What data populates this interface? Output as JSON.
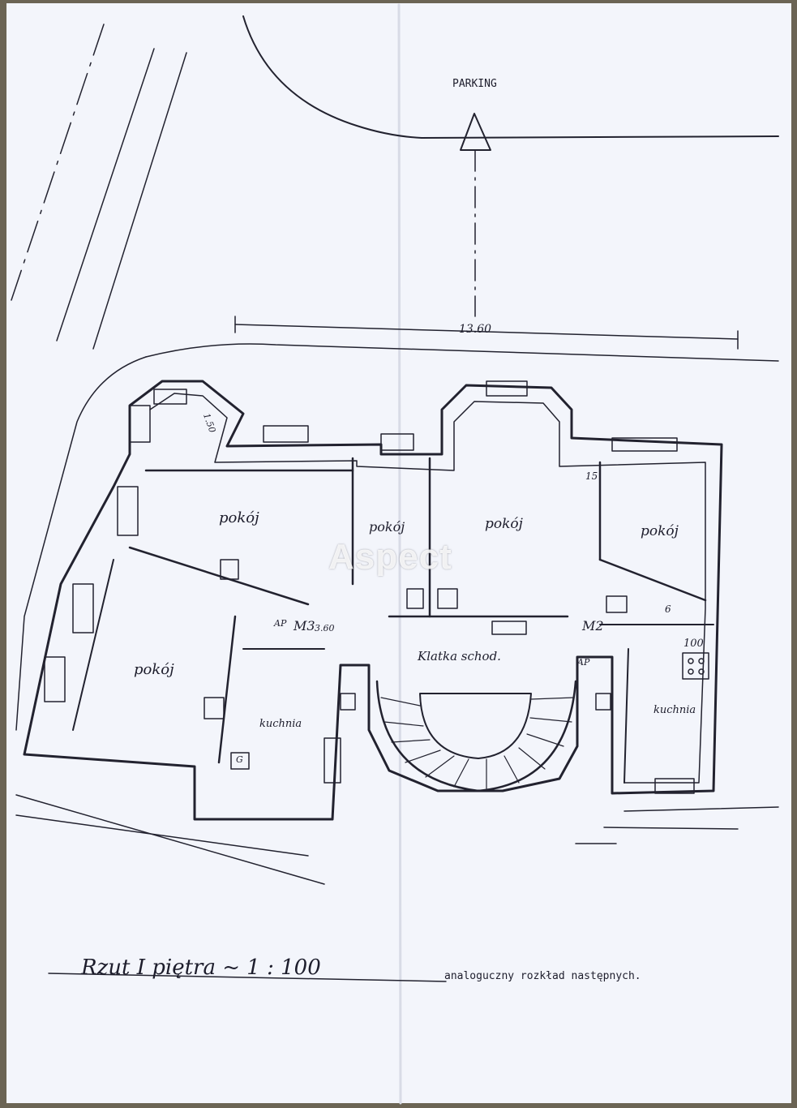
{
  "drawing": {
    "north_label": "PARKING",
    "dimension_top": "13.60",
    "dim_15": "15",
    "dim_15b": "1.50",
    "dim_6": "6",
    "dim_100": "100",
    "dim_360": "3.60"
  },
  "rooms": {
    "pokoj_1": "pokój",
    "pokoj_2": "pokój",
    "pokoj_3": "pokój",
    "pokoj_4": "pokój",
    "pokoj_5": "pokój",
    "kuchnia_left": "kuchnia",
    "kuchnia_right": "kuchnia",
    "stairwell": "Klatka schod.",
    "flat_m3": "M3",
    "flat_m2": "M2",
    "ap_left": "AP",
    "ap_right": "AP",
    "g_mark": "G"
  },
  "caption": {
    "title": "Rzut I piętra ~ 1 : 100",
    "note": "analoguczny rozkład następnych."
  },
  "watermark": "Aspect"
}
